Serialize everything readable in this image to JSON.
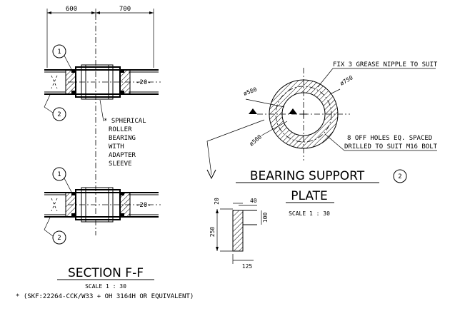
{
  "section_view": {
    "dim_left": "600",
    "dim_right": "700",
    "callout_1": "1",
    "callout_2": "2",
    "member_label": "-20-",
    "note_lines": [
      "* SPHERICAL",
      "ROLLER",
      "BEARING",
      "WITH",
      "ADAPTER",
      "SLEEVE"
    ],
    "title": "SECTION F-F",
    "scale": "SCALE 1 : 30"
  },
  "plate_view": {
    "note_grease": "FIX 3 GREASE NIPPLE TO SUIT",
    "dia_outer": "ø750",
    "dia_mid": "ø580",
    "dia_inner": "ø500",
    "note_holes_line1": "8 OFF HOLES EQ. SPACED",
    "note_holes_line2": "DRILLED TO SUIT M16 BOLT",
    "title_line1": "BEARING SUPPORT",
    "title_line2": "PLATE",
    "callout": "2",
    "scale": "SCALE 1 : 30"
  },
  "detail_view": {
    "dim_top": "20",
    "dim_top_right": "40",
    "dim_left": "250",
    "dim_right": "100",
    "dim_bottom": "125"
  },
  "footnote": "* (SKF:22264-CCK/W33 + OH 3164H OR EQUIVALENT)"
}
